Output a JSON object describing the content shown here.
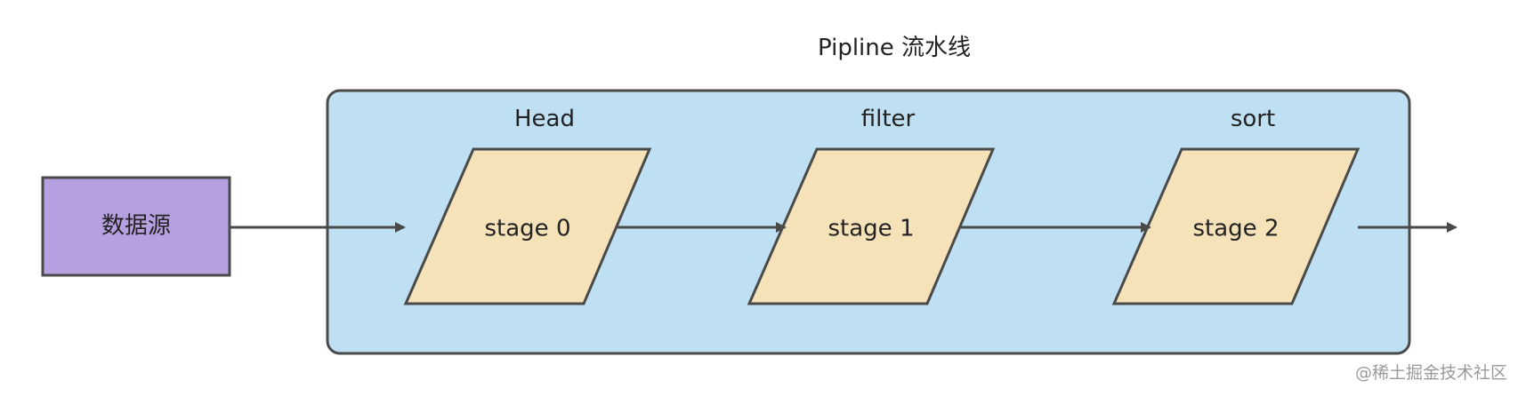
{
  "title": "Pipline 流水线",
  "source": {
    "label": "数据源"
  },
  "stages": [
    {
      "name": "Head",
      "label": "stage 0"
    },
    {
      "name": "filter",
      "label": "stage 1"
    },
    {
      "name": "sort",
      "label": "stage 2"
    }
  ],
  "watermark": "@稀土掘金技术社区",
  "colors": {
    "pipeline_fill": "#bfe0f2",
    "stage_fill": "#f5e2b8",
    "source_fill": "#b7a0e0",
    "stroke": "#4a4a4a"
  }
}
